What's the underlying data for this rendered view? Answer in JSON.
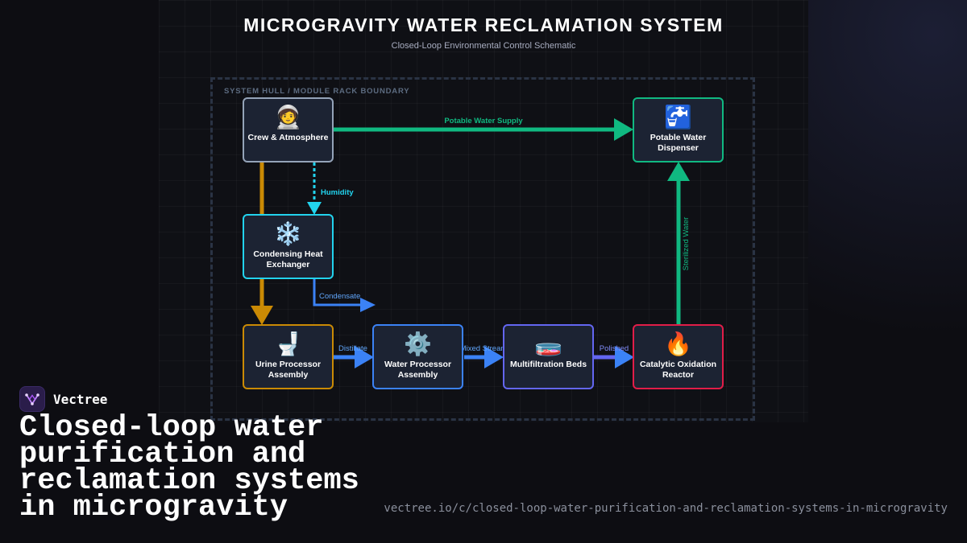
{
  "header": {
    "title": "MICROGRAVITY WATER RECLAMATION SYSTEM",
    "subtitle": "Closed-Loop Environmental Control Schematic"
  },
  "boundary": {
    "label": "SYSTEM HULL / MODULE RACK BOUNDARY"
  },
  "nodes": [
    {
      "id": "crew",
      "icon": "🧑‍🚀",
      "icon_name": "astronaut-icon",
      "label": "Crew & Atmosphere",
      "color": "#94a3b8"
    },
    {
      "id": "dispenser",
      "icon": "🚰",
      "icon_name": "water-tap-icon",
      "label": "Potable Water Dispenser",
      "color": "#10b981"
    },
    {
      "id": "condenser",
      "icon": "❄️",
      "icon_name": "snowflake-icon",
      "label": "Condensing Heat Exchanger",
      "color": "#22d3ee"
    },
    {
      "id": "urine",
      "icon": "🚽",
      "icon_name": "toilet-icon",
      "label": "Urine Processor Assembly",
      "color": "#ca8a04"
    },
    {
      "id": "water",
      "icon": "⚙️",
      "icon_name": "gear-icon",
      "label": "Water Processor Assembly",
      "color": "#3b82f6"
    },
    {
      "id": "filter",
      "icon": "🧫",
      "icon_name": "petri-dish-icon",
      "label": "Multifiltration Beds",
      "color": "#6366f1"
    },
    {
      "id": "reactor",
      "icon": "🔥",
      "icon_name": "fire-icon",
      "label": "Catalytic Oxidation Reactor",
      "color": "#e11d48"
    }
  ],
  "edges": {
    "potable_supply": {
      "label": "Potable Water Supply",
      "color": "#10b981"
    },
    "humidity": {
      "label": "Humidity",
      "color": "#22d3ee"
    },
    "condensate": {
      "label": "Condensate",
      "color": "#3b82f6"
    },
    "distillate": {
      "label": "Distillate",
      "color": "#3b82f6"
    },
    "mixed_stream": {
      "label": "Mixed Stream",
      "color": "#3b82f6"
    },
    "polished": {
      "label": "Polished",
      "color": "#6366f1"
    },
    "sterilized": {
      "label": "Sterilized Water",
      "color": "#10b981"
    },
    "waste": {
      "label": "",
      "color": "#ca8a04"
    }
  },
  "brand": {
    "name": "Vectree",
    "accent": "#c084fc"
  },
  "headline": "Closed-loop water purification and reclamation systems in microgravity",
  "url": "vectree.io/c/closed-loop-water-purification-and-reclamation-systems-in-microgravity"
}
